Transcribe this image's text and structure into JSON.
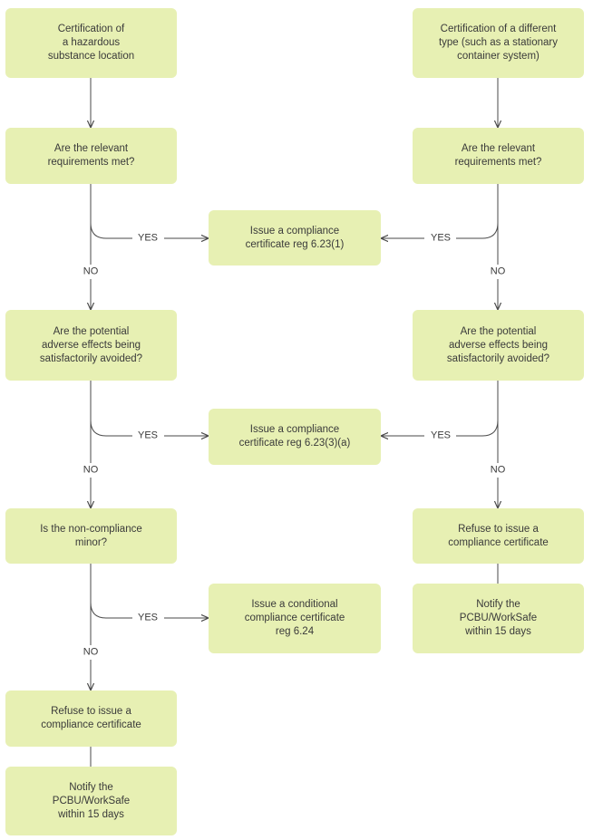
{
  "left_column": {
    "start": "Certification of\na hazardous\nsubstance location",
    "q1": "Are the relevant\nrequirements met?",
    "q2": "Are the potential\nadverse effects being\nsatisfactorily avoided?",
    "q3": "Is the non-compliance\nminor?",
    "refuse": "Refuse to issue a\ncompliance certificate",
    "notify": "Notify the\nPCBU/WorkSafe\nwithin 15 days"
  },
  "right_column": {
    "start": "Certification of a different\ntype (such as a stationary\ncontainer system)",
    "q1": "Are the relevant\nrequirements met?",
    "q2": "Are the potential\nadverse effects being\nsatisfactorily avoided?",
    "refuse": "Refuse to issue a\ncompliance certificate",
    "notify": "Notify the\nPCBU/WorkSafe\nwithin 15 days"
  },
  "center_column": {
    "outcome1": "Issue a compliance\ncertificate reg 6.23(1)",
    "outcome2": "Issue a compliance\ncertificate reg 6.23(3)(a)",
    "outcome3": "Issue a conditional\ncompliance certificate\nreg 6.24"
  },
  "labels": {
    "yes": "YES",
    "no": "NO"
  },
  "colors": {
    "box_fill": "#e7f0b3",
    "line": "#4a4a4a",
    "text": "#3a3a3a"
  }
}
